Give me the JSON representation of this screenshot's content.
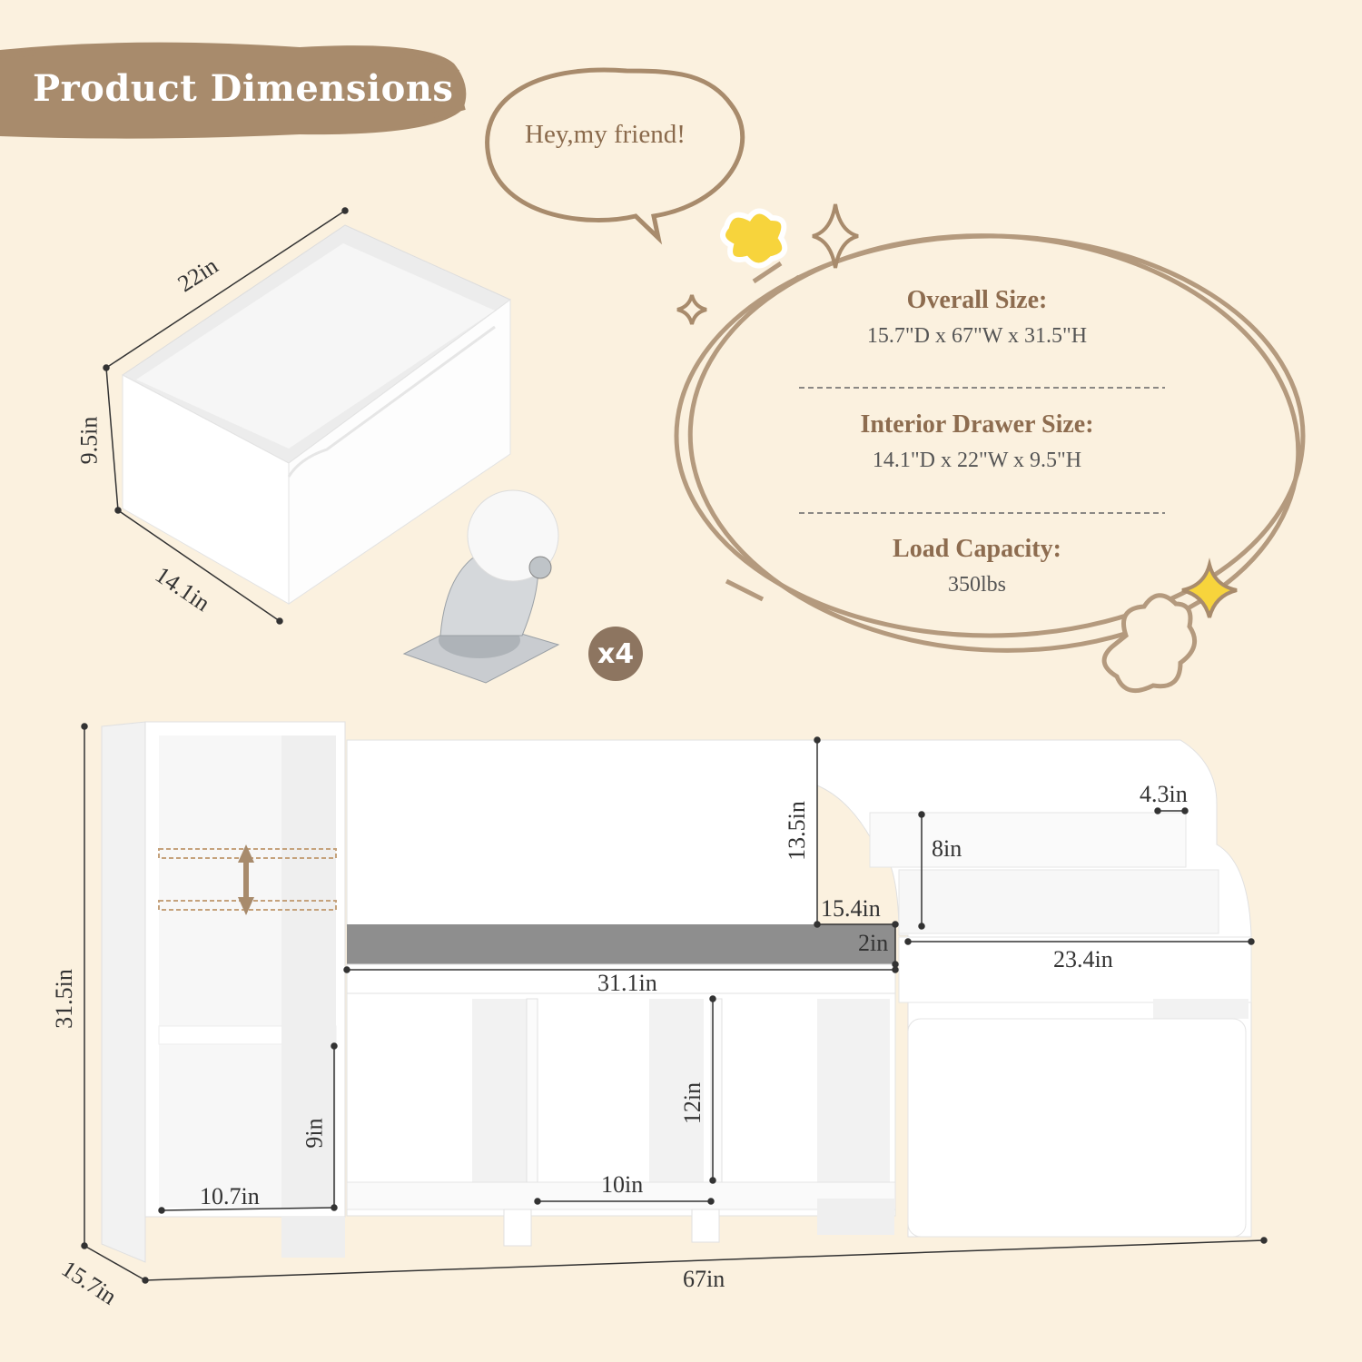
{
  "header": {
    "title": "Product Dimensions"
  },
  "speech_bubble": {
    "text": "Hey,my friend!"
  },
  "specs": [
    {
      "label": "Overall Size:",
      "value": "15.7\"D x 67\"W x 31.5\"H"
    },
    {
      "label": "Interior Drawer Size:",
      "value": "14.1\"D x 22\"W x 9.5\"H"
    },
    {
      "label": "Load Capacity:",
      "value": "350lbs"
    }
  ],
  "drawer_dims": {
    "width": "22in",
    "height": "9.5in",
    "depth": "14.1in"
  },
  "caster": {
    "count_label": "x4"
  },
  "weight_badge": {
    "number": "350",
    "unit": "lbs"
  },
  "bench_dims": {
    "overall_height": "31.5in",
    "overall_depth": "15.7in",
    "overall_width": "67in",
    "back_height": "13.5in",
    "seat_depth": "15.4in",
    "cushion_thickness": "2in",
    "seat_width": "31.1in",
    "cubby_height": "12in",
    "cubby_width": "10in",
    "side_shelf_height": "9in",
    "side_shelf_width": "10.7in",
    "book_shelf_height": "8in",
    "book_shelf_depth": "4.3in",
    "toy_box_width": "23.4in"
  },
  "colors": {
    "background": "#fbf1df",
    "accent": "#a88b6c",
    "label": "#8d6c4f",
    "star": "#f7d43c"
  }
}
